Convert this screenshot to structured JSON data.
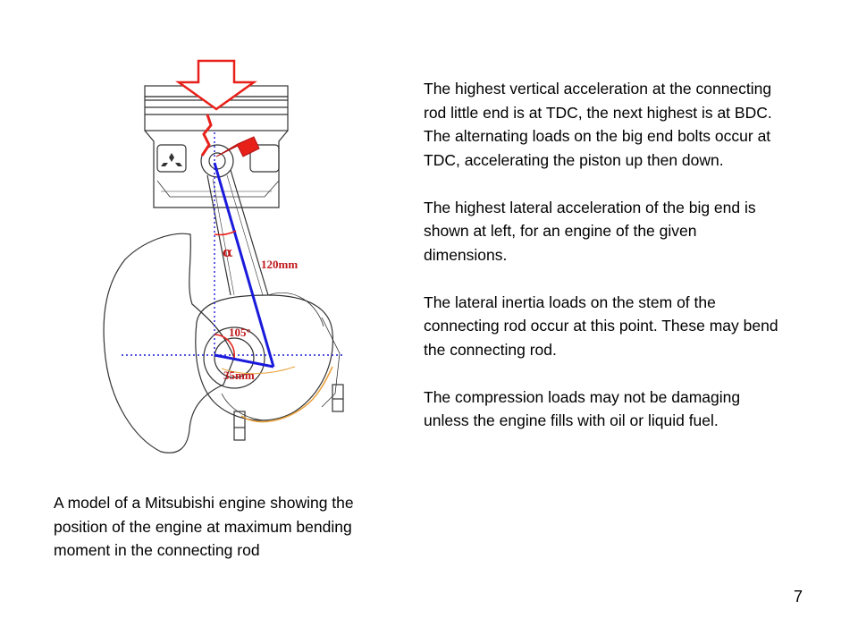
{
  "diagram": {
    "angle_alpha_label": "α",
    "rod_length_label": "120mm",
    "crank_angle_label": "105°",
    "crank_radius_label": "35mm",
    "colors": {
      "line_blue": "#1a1adc",
      "arrow_red": "#e8201a",
      "label_red": "#c0181a",
      "oil_orange": "#e9a23b",
      "outline": "#333333"
    }
  },
  "text_block": {
    "paragraphs": [
      "The highest vertical acceleration at the connecting rod little end is at TDC, the next highest is at BDC. The alternating loads on the big end bolts occur at TDC, accelerating the piston up then down.",
      "The highest lateral acceleration of the big end is shown at left, for an engine of the given dimensions.",
      "The lateral inertia loads on the stem of the connecting rod occur at this point. These may bend the connecting rod.",
      "The compression loads may not be damaging unless the engine fills with oil or liquid fuel."
    ]
  },
  "caption": "A model of a Mitsubishi engine showing the position of the engine at maximum bending moment in the connecting rod",
  "page_number": "7"
}
